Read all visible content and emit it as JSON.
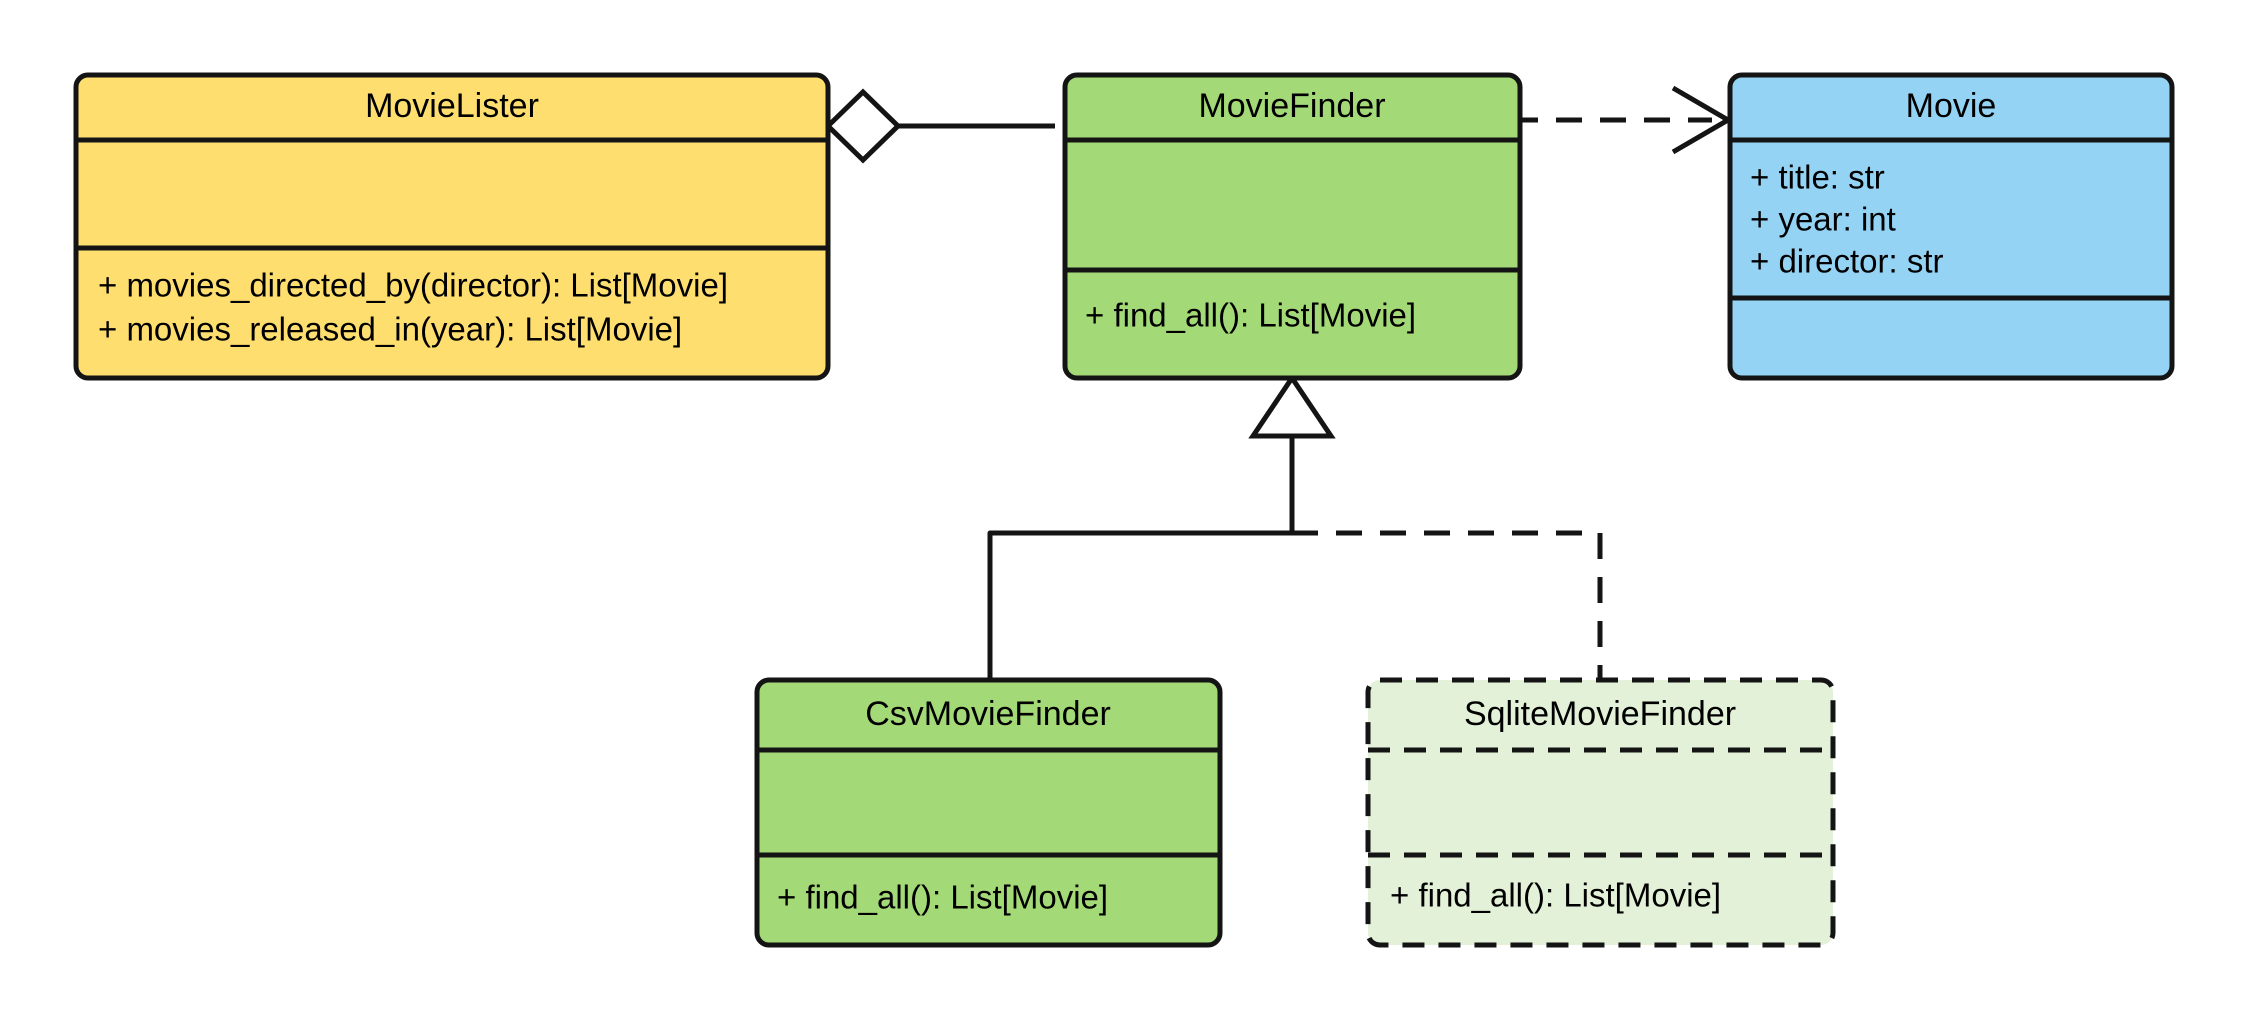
{
  "diagram": {
    "kind": "uml-class-diagram",
    "title": "Movie Lister dependency injection class diagram",
    "background": "#ffffff",
    "line_color": "#141414"
  },
  "palette": {
    "yellow": "#FFDE70",
    "green": "#A3D977",
    "blue": "#95D3F5",
    "pale_green": "#E3F1D8",
    "stroke": "#141414"
  },
  "classes": {
    "movie_lister": {
      "name": "MovieLister",
      "fill": "#FFDE70",
      "border_style": "solid",
      "attributes": [],
      "methods": [
        "+ movies_directed_by(director): List[Movie]",
        "+ movies_released_in(year): List[Movie]"
      ]
    },
    "movie_finder": {
      "name": "MovieFinder",
      "fill": "#A3D977",
      "border_style": "solid",
      "attributes": [],
      "methods": [
        "+ find_all(): List[Movie]"
      ]
    },
    "movie": {
      "name": "Movie",
      "fill": "#95D3F5",
      "border_style": "solid",
      "attributes": [
        "+ title: str",
        "+ year: int",
        "+ director: str"
      ],
      "methods": []
    },
    "csv_movie_finder": {
      "name": "CsvMovieFinder",
      "fill": "#A3D977",
      "border_style": "solid",
      "attributes": [],
      "methods": [
        "+ find_all(): List[Movie]"
      ]
    },
    "sqlite_movie_finder": {
      "name": "SqliteMovieFinder",
      "fill": "#E3F1D8",
      "border_style": "dashed",
      "attributes": [],
      "methods": [
        "+ find_all(): List[Movie]"
      ]
    }
  },
  "relationships": [
    {
      "id": "aggregation-lister-finder",
      "type": "aggregation",
      "from": "MovieLister",
      "to": "MovieFinder",
      "line_style": "solid",
      "source_marker": "hollow-diamond",
      "target_marker": "none"
    },
    {
      "id": "dependency-finder-movie",
      "type": "dependency",
      "from": "MovieFinder",
      "to": "Movie",
      "line_style": "dashed",
      "source_marker": "none",
      "target_marker": "open-arrow"
    },
    {
      "id": "generalization-csv-finder",
      "type": "generalization",
      "from": "CsvMovieFinder",
      "to": "MovieFinder",
      "line_style": "solid",
      "source_marker": "none",
      "target_marker": "hollow-triangle"
    },
    {
      "id": "generalization-sqlite-finder",
      "type": "generalization",
      "from": "SqliteMovieFinder",
      "to": "MovieFinder",
      "line_style": "dashed",
      "source_marker": "none",
      "target_marker": "hollow-triangle"
    }
  ]
}
